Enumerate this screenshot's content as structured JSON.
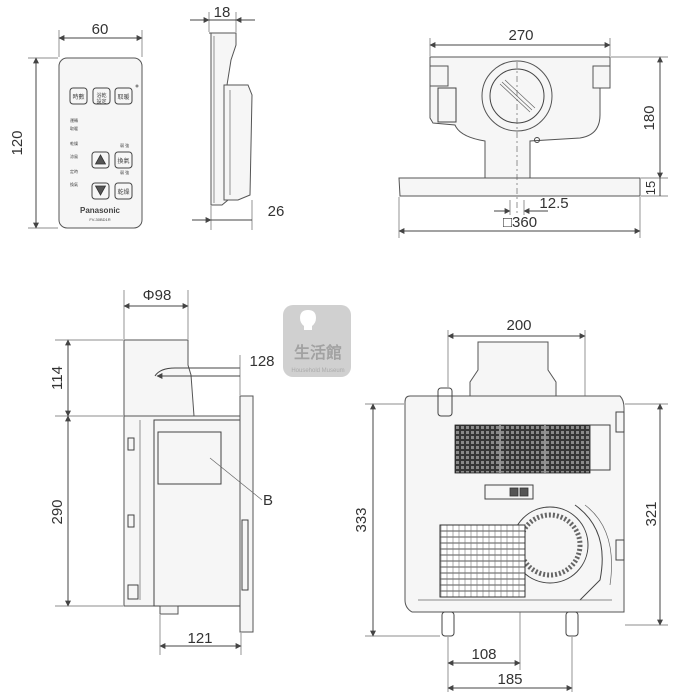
{
  "remote": {
    "dimensions": {
      "width": "60",
      "thickness": "18",
      "height": "120",
      "depth": "26"
    },
    "buttons": {
      "top_left": "時數",
      "top_middle": "浴乾\n設定",
      "top_right": "取暖",
      "mid_right": "換氣",
      "bottom_right": "乾燥"
    },
    "brand": "Panasonic",
    "model": "FV-30BD1R"
  },
  "front_view": {
    "dimensions": {
      "width": "270",
      "height": "180",
      "flange": "15",
      "offset": "12.5",
      "panel": "□360"
    }
  },
  "side_view": {
    "dimensions": {
      "duct": "Φ98",
      "duct_height": "114",
      "offset": "128",
      "body_height": "290",
      "depth": "121"
    },
    "label": "B"
  },
  "bottom_view": {
    "dimensions": {
      "top_width": "200",
      "left_height": "333",
      "right_height": "321",
      "inner_width": "108",
      "outer_width": "185"
    }
  },
  "watermark": {
    "text": "生活館",
    "subtext": "Household Museum"
  },
  "colors": {
    "line": "#444444",
    "fill": "#f6f6f6",
    "dark": "#3c3c3c"
  }
}
